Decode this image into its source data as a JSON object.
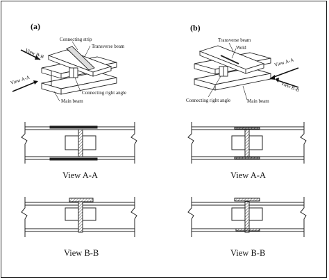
{
  "panels": {
    "a": {
      "label": "(a)",
      "callouts": {
        "connecting_strip": "Connecting strip",
        "transverse_beam": "Transverse beam",
        "view_b": "View B-B",
        "view_a": "View A-A",
        "connecting_angle": "Connecting right angle",
        "main_beam": "Main beam"
      },
      "view_a_caption": "View A-A",
      "view_b_caption": "View B-B"
    },
    "b": {
      "label": "(b)",
      "callouts": {
        "transverse_beam": "Transverse beam",
        "weld": "Weld",
        "view_a": "View A-A",
        "view_b": "View B-B",
        "connecting_angle": "Connecting right angle",
        "main_beam": "Main beam"
      },
      "view_a_caption": "View A-A",
      "view_b_caption": "View B-B"
    }
  },
  "colors": {
    "line": "#222222",
    "hatch": "#555555",
    "fill": "#ffffff"
  }
}
